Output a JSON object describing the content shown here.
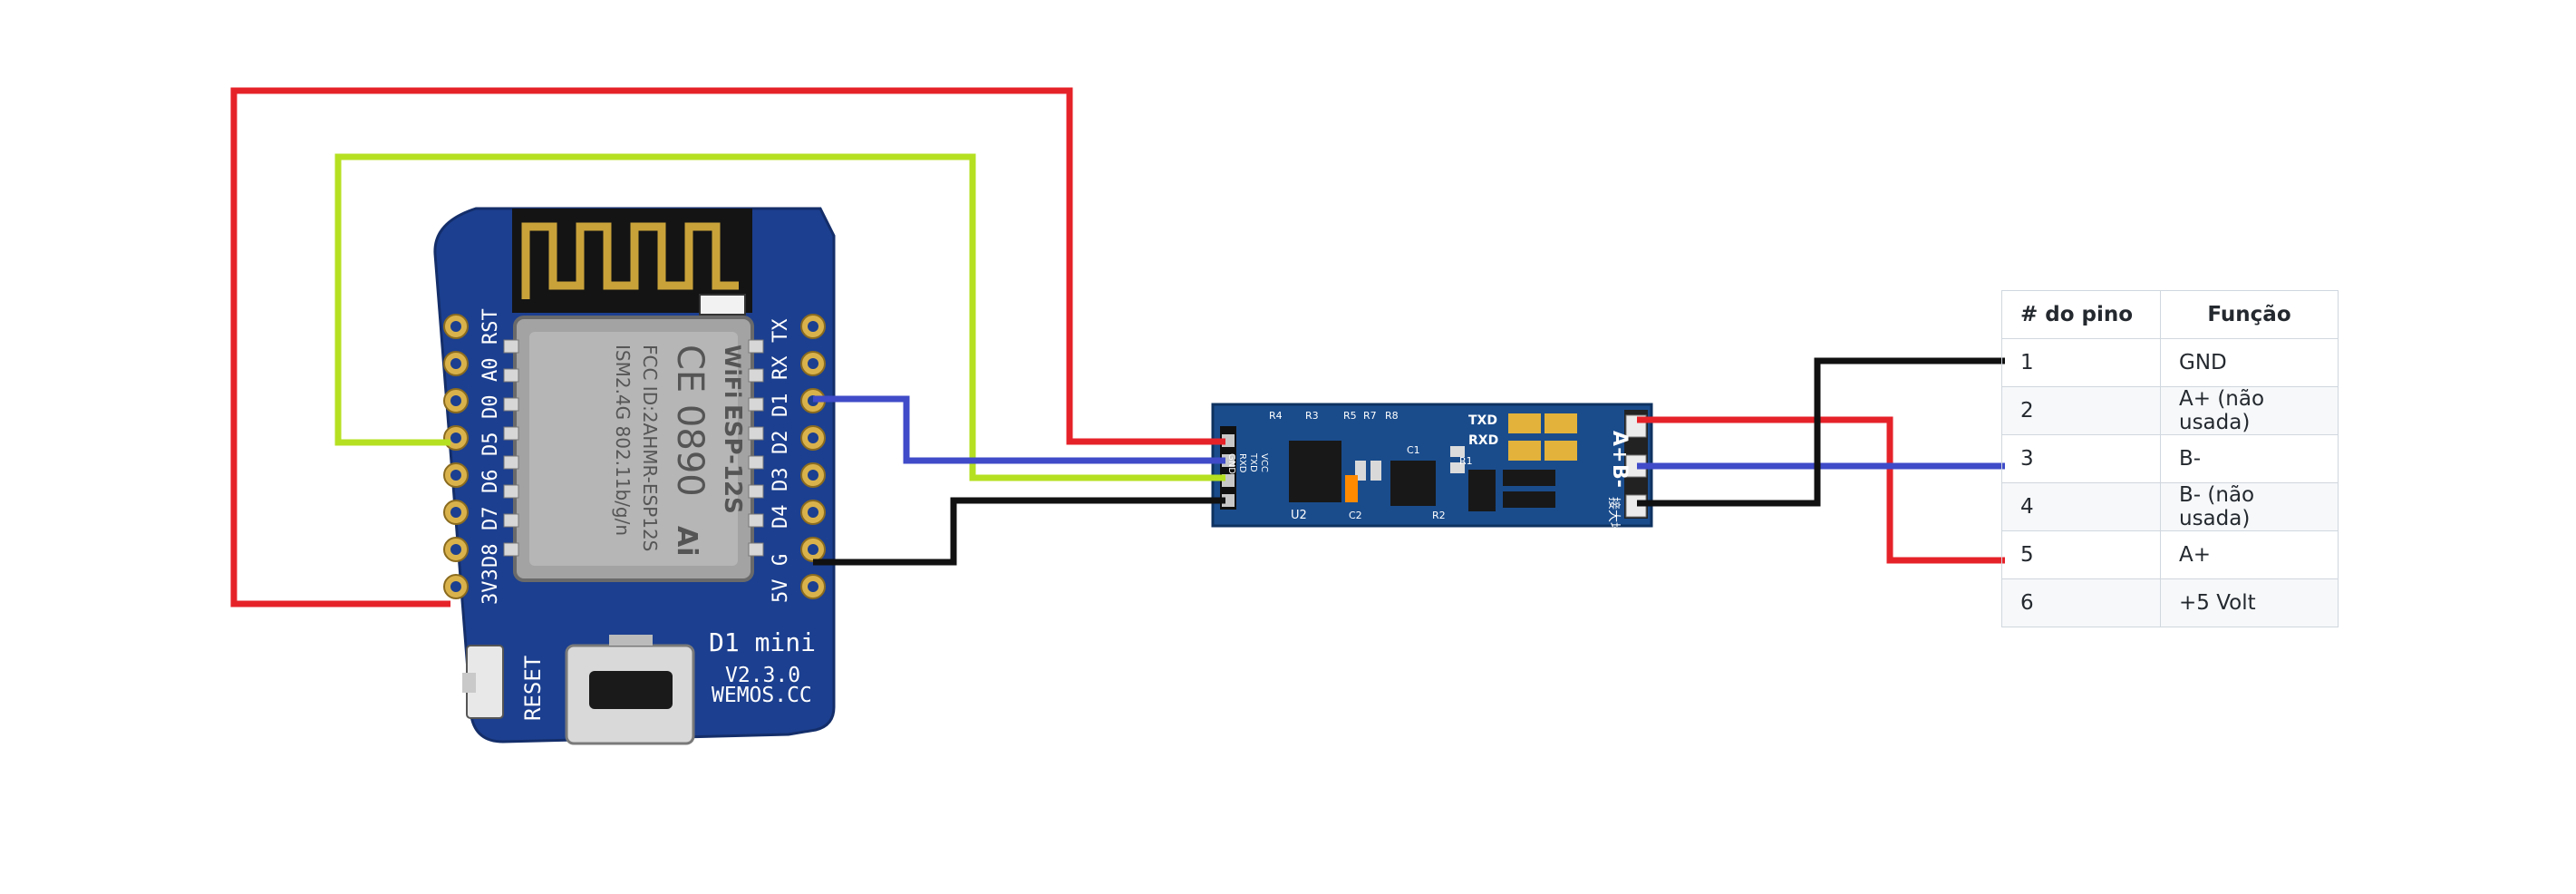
{
  "d1mini": {
    "name_label": "D1 mini",
    "version_label": "V2.3.0",
    "brand_label": "WEMOS.CC",
    "reset_label": "RESET",
    "module_brand": "WiFi",
    "module_model": "ESP-12S",
    "module_ce": "CE 0890",
    "module_fcc": "FCC ID:2AHMR-ESP12S",
    "module_ism": "ISM2.4G 802.11b/g/n",
    "module_logo": "Ai",
    "left_pins": [
      "RST",
      "A0",
      "D0",
      "D5",
      "D6",
      "D7",
      "D8",
      "3V3"
    ],
    "right_pins": [
      "TX",
      "RX",
      "D1",
      "D2",
      "D3",
      "D4",
      "G",
      "5V"
    ]
  },
  "rs485": {
    "label_a": "A+",
    "label_b": "B-",
    "label_gnd": "接大地",
    "label_txd": "TXD",
    "label_rxd": "RXD",
    "label_u2": "U2",
    "left_pin_labels": [
      "VCC",
      "TXD",
      "RXD",
      "GND"
    ],
    "component_labels": [
      "R4",
      "R3",
      "R5",
      "R7",
      "R8",
      "C2",
      "R2",
      "R1",
      "C1"
    ]
  },
  "wire_colors": {
    "red": "#e62229",
    "green": "#b5e021",
    "blue": "#3f4bc8",
    "black": "#111111"
  },
  "pin_table": {
    "headers": [
      "# do pino",
      "Função"
    ],
    "rows": [
      {
        "pin": "1",
        "function": "GND"
      },
      {
        "pin": "2",
        "function": "A+ (não usada)"
      },
      {
        "pin": "3",
        "function": "B-"
      },
      {
        "pin": "4",
        "function": "B- (não usada)"
      },
      {
        "pin": "5",
        "function": "A+"
      },
      {
        "pin": "6",
        "function": "+5 Volt"
      }
    ]
  }
}
